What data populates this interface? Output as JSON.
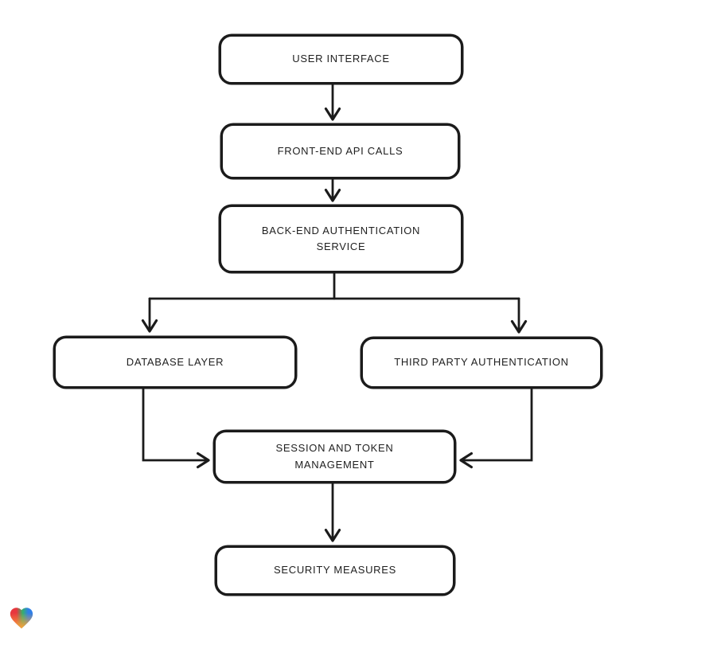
{
  "diagram": {
    "type": "flowchart",
    "style": "hand-drawn",
    "stroke_color": "#1b1b1b",
    "box_fill": "#ffffff",
    "nodes": [
      {
        "id": "user-interface",
        "label": "USER INTERFACE"
      },
      {
        "id": "front-end-api",
        "label": "FRONT-END API CALLS"
      },
      {
        "id": "back-end-auth",
        "label": "BACK-END AUTHENTICATION\nSERVICE"
      },
      {
        "id": "database-layer",
        "label": "DATABASE LAYER"
      },
      {
        "id": "third-party-auth",
        "label": "THIRD PARTY AUTHENTICATION"
      },
      {
        "id": "session-token",
        "label": "SESSION AND TOKEN\nMANAGEMENT"
      },
      {
        "id": "security-measures",
        "label": "SECURITY MEASURES"
      }
    ],
    "edges": [
      {
        "from": "user-interface",
        "to": "front-end-api"
      },
      {
        "from": "front-end-api",
        "to": "back-end-auth"
      },
      {
        "from": "back-end-auth",
        "to": "database-layer"
      },
      {
        "from": "back-end-auth",
        "to": "third-party-auth"
      },
      {
        "from": "database-layer",
        "to": "session-token"
      },
      {
        "from": "third-party-auth",
        "to": "session-token"
      },
      {
        "from": "session-token",
        "to": "security-measures"
      }
    ],
    "logo": {
      "name": "heart-logo",
      "colors": [
        "#e8373e",
        "#35b06b",
        "#2f7fe8",
        "#f6a13c"
      ]
    }
  }
}
